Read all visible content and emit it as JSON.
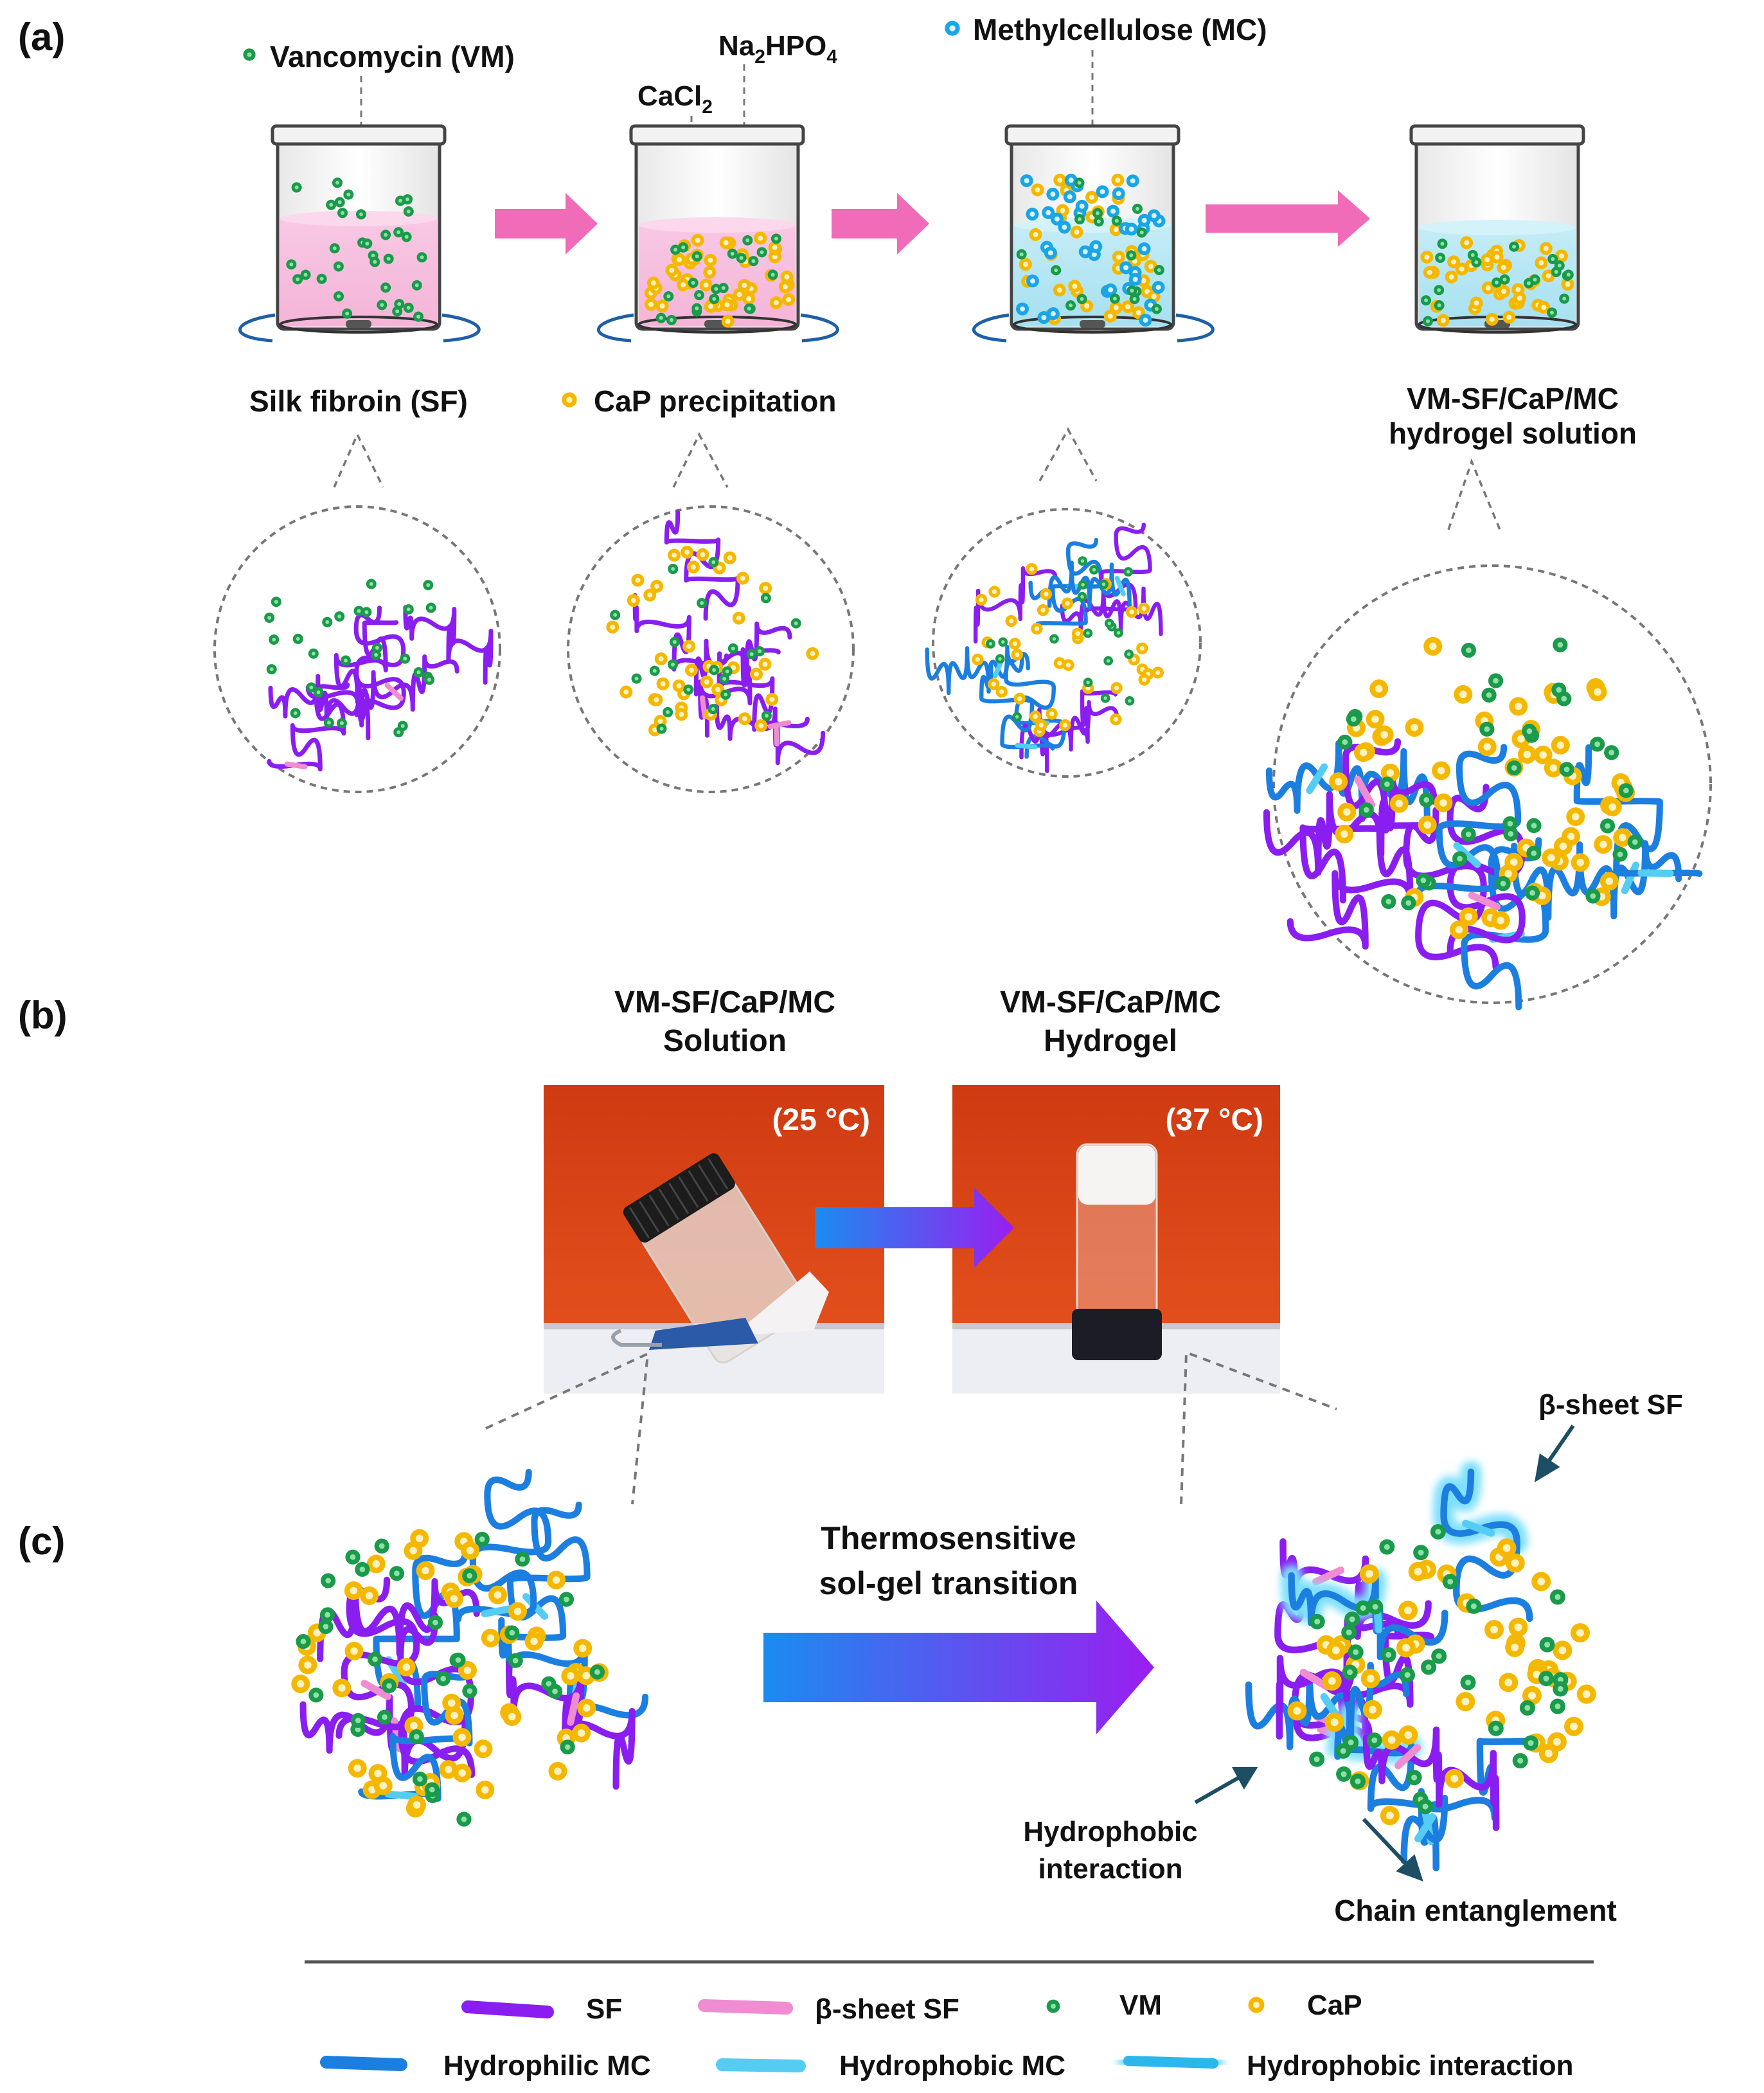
{
  "panel_labels": {
    "a": "(a)",
    "b": "(b)",
    "c": "(c)"
  },
  "panel_a": {
    "vancomycin_label": "Vancomycin (VM)",
    "cacl2_label": {
      "base": "CaCl",
      "sub": "2"
    },
    "na2hpo4_label": {
      "a": "Na",
      "sub1": "2",
      "b": "HPO",
      "sub2": "4"
    },
    "methylcellulose_label": "Methylcellulose (MC)",
    "silk_fibroin_label": "Silk fibroin (SF)",
    "cap_precipitation_label": "CaP precipitation",
    "final_label_line1": "VM-SF/CaP/MC",
    "final_label_line2": "hydrogel solution"
  },
  "panel_b": {
    "solution_title_line1": "VM-SF/CaP/MC",
    "solution_title_line2": "Solution",
    "hydrogel_title_line1": "VM-SF/CaP/MC",
    "hydrogel_title_line2": "Hydrogel",
    "temp_solution": "(25 °C)",
    "temp_hydrogel": "(37 °C)"
  },
  "panel_c": {
    "transition_line1": "Thermosensitive",
    "transition_line2": "sol-gel transition",
    "beta_sheet_annotation": "β-sheet SF",
    "hydrophobic_annotation_line1": "Hydrophobic",
    "hydrophobic_annotation_line2": "interaction",
    "entanglement_annotation": "Chain entanglement"
  },
  "legend": {
    "sf": "SF",
    "beta_sheet_sf": "β-sheet SF",
    "vm": "VM",
    "cap": "CaP",
    "hydrophilic_mc": "Hydrophilic MC",
    "hydrophobic_mc": "Hydrophobic MC",
    "hydrophobic_interaction": "Hydrophobic interaction"
  },
  "colors": {
    "sf": "#8a1ef0",
    "beta_sheet": "#f08cd2",
    "vm": "#1a9a4a",
    "cap": "#f5b800",
    "hydrophilic_mc": "#1c7fe0",
    "hydrophobic_mc": "#55cdf2",
    "process_arrow": "#f06cb8",
    "photo_background": "#d33a10"
  }
}
